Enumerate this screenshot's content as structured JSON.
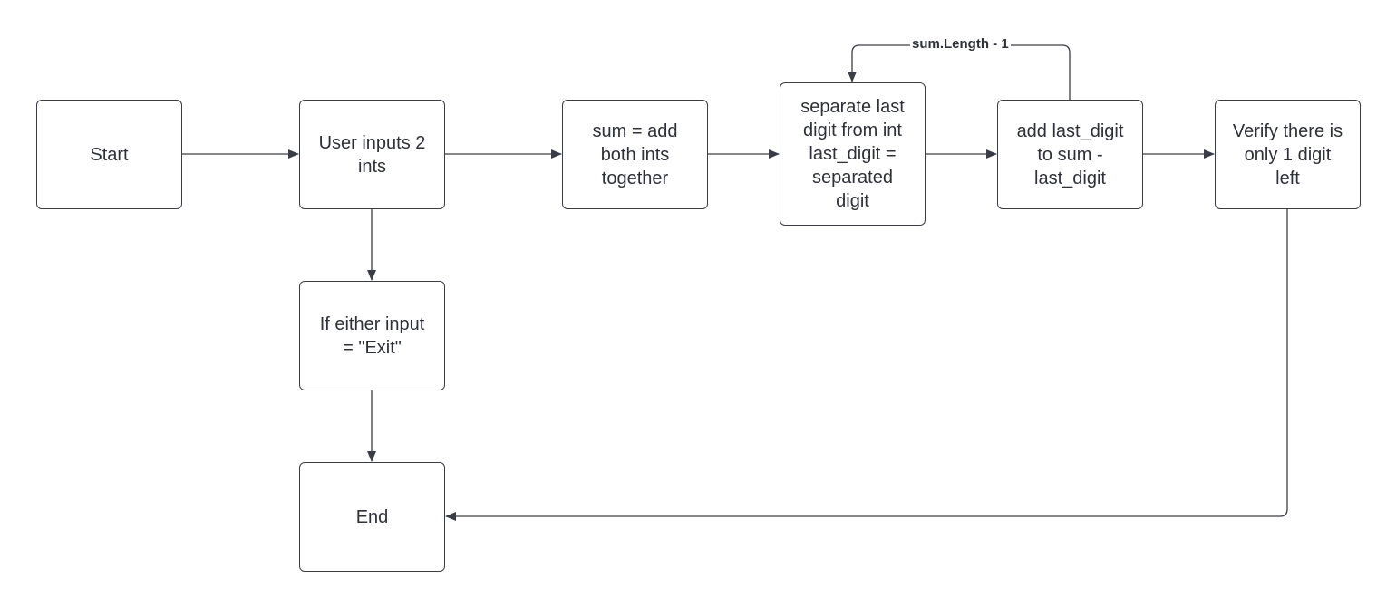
{
  "nodes": {
    "start": "Start",
    "user_input": "User inputs 2\nints",
    "sum": "sum = add\nboth ints\ntogether",
    "separate": "separate last\ndigit from int\nlast_digit =\nseparated\ndigit",
    "add_digit": "add last_digit\nto sum -\nlast_digit",
    "verify": "Verify there is\nonly 1 digit\nleft",
    "exit_check": "If either input\n= \"Exit\"",
    "end": "End"
  },
  "edges": {
    "loop_label": "sum.Length - 1"
  },
  "colors": {
    "stroke": "#3a3d45",
    "text": "#2e3138",
    "background": "#ffffff"
  }
}
